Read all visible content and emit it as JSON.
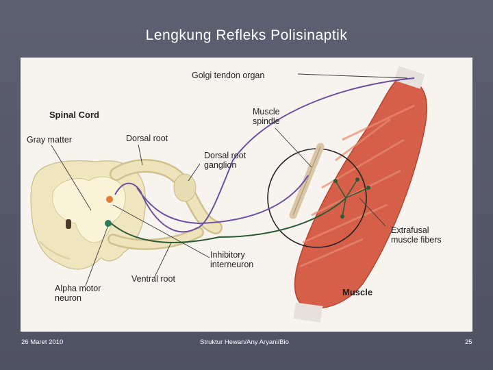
{
  "slide": {
    "title": "Lengkung Refleks Polisinaptik"
  },
  "figure": {
    "labels": {
      "spinal_cord": "Spinal Cord",
      "gray_matter": "Gray matter",
      "dorsal_root": "Dorsal root",
      "golgi_tendon_organ": "Golgi tendon organ",
      "muscle_spindle_1": "Muscle",
      "muscle_spindle_2": "spindle",
      "dorsal_root_ganglion_1": "Dorsal root",
      "dorsal_root_ganglion_2": "ganglion",
      "extrafusal_1": "Extrafusal",
      "extrafusal_2": "muscle fibers",
      "inhibitory_1": "Inhibitory",
      "inhibitory_2": "interneuron",
      "ventral_root": "Ventral root",
      "alpha_motor_1": "Alpha motor",
      "alpha_motor_2": "neuron",
      "muscle": "Muscle"
    }
  },
  "footer": {
    "date": "26 Maret 2010",
    "credit": "Struktur Hewan/Any Aryani/Bio",
    "page": "25"
  }
}
